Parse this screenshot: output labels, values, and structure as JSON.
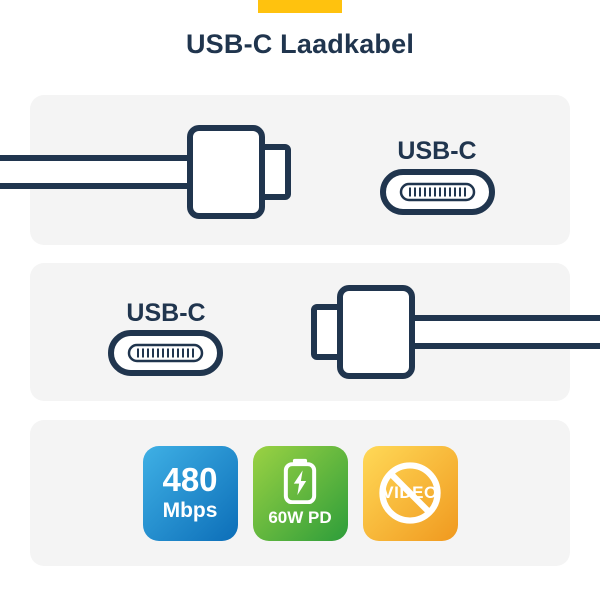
{
  "page": {
    "title": "USB-C Laadkabel",
    "colors": {
      "accent_tab": "#FFC20E",
      "navy": "#20354E",
      "panel_bg": "#F4F4F4"
    }
  },
  "sections": {
    "top": {
      "port_label": "USB-C",
      "icons": [
        "usb-c-cable-plug-icon",
        "usb-c-port-icon"
      ]
    },
    "middle": {
      "port_label": "USB-C",
      "icons": [
        "usb-c-port-icon",
        "usb-c-cable-plug-icon"
      ]
    },
    "features": {
      "badges": [
        {
          "name": "data-speed",
          "line1": "480",
          "line2": "Mbps",
          "color_from": "#3FB0E5",
          "color_to": "#0C6EB8"
        },
        {
          "name": "power-delivery",
          "label": "60W PD",
          "icon": "battery-lightning-icon",
          "color_from": "#9BD243",
          "color_to": "#2D9D3A"
        },
        {
          "name": "no-video",
          "label": "VIDEO",
          "icon": "prohibition-icon",
          "color_from": "#FFD957",
          "color_to": "#F0991F"
        }
      ]
    }
  }
}
